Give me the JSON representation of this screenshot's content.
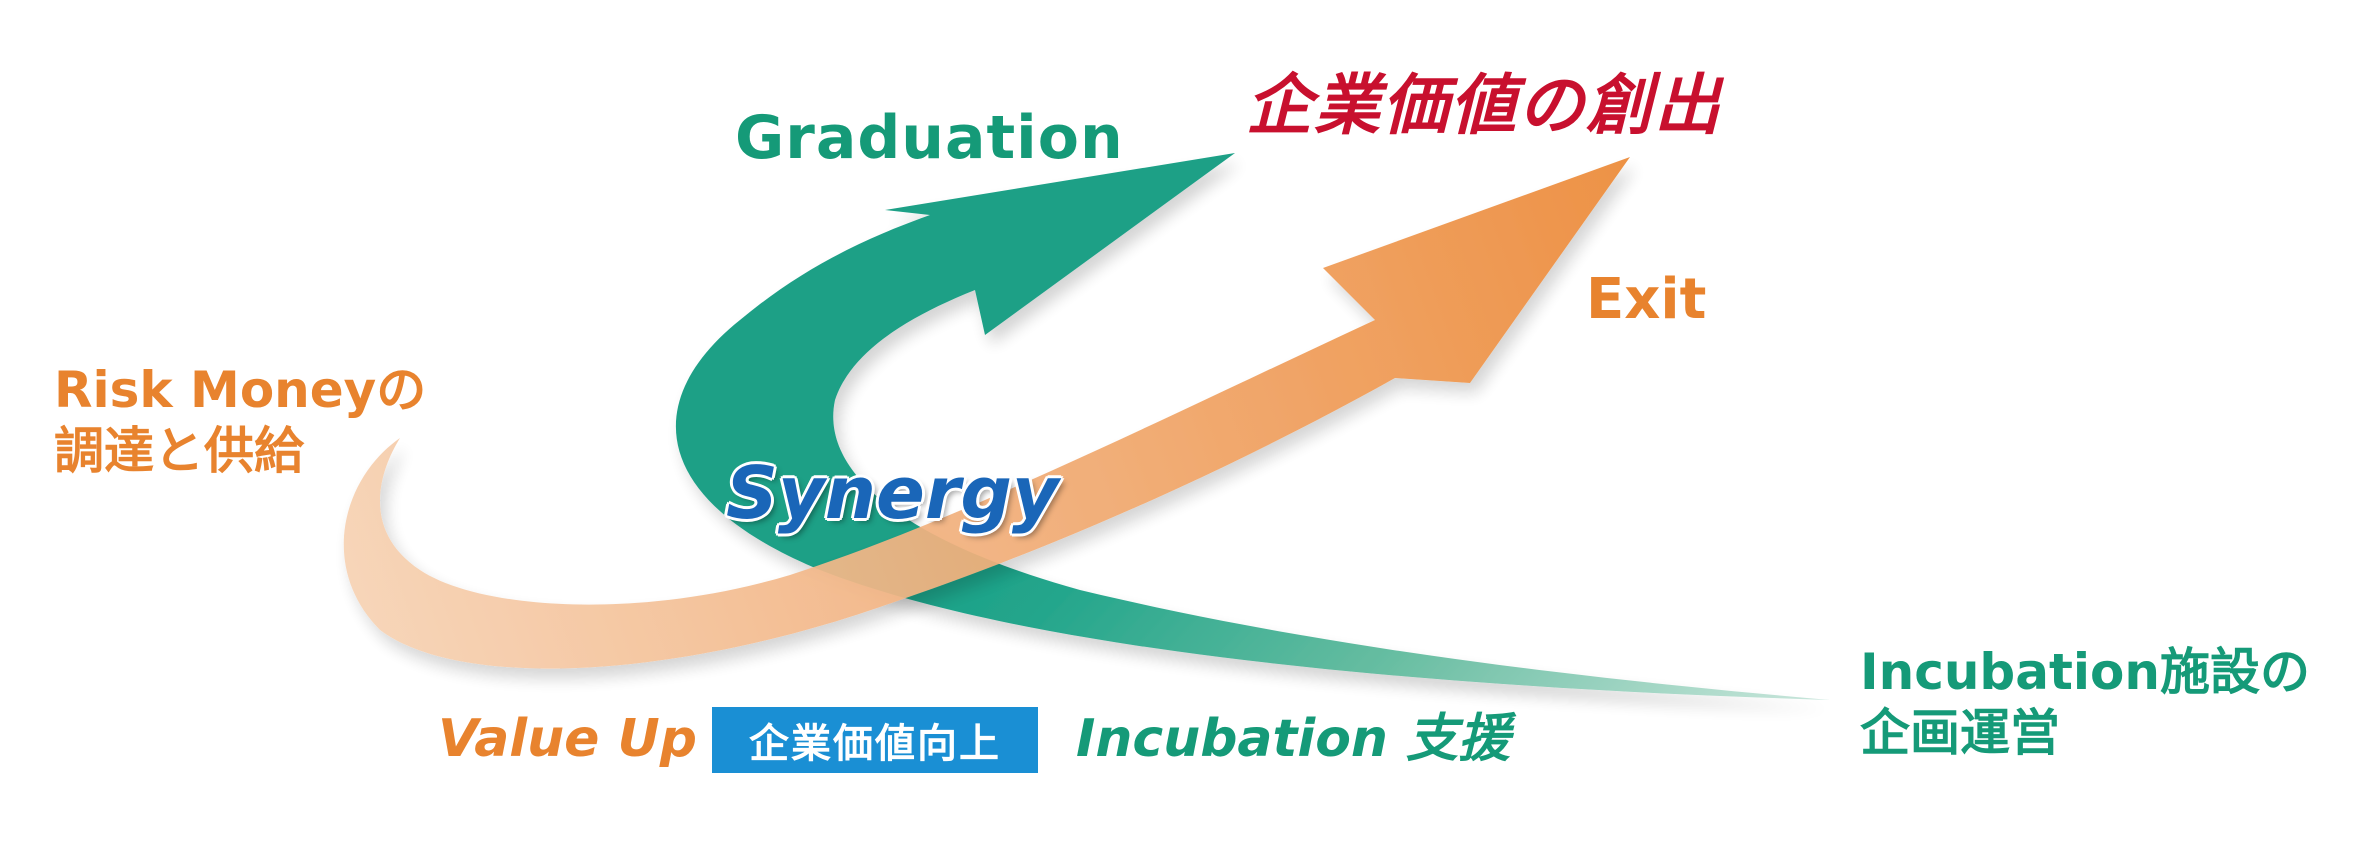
{
  "labels": {
    "risk_money_line1": "Risk Moneyの",
    "risk_money_line2": "調達と供給",
    "graduation": "Graduation",
    "value_creation": "企業価値の創出",
    "exit": "Exit",
    "synergy": "Synergy",
    "incubation_facility_line1": "Incubation施設の",
    "incubation_facility_line2": "企画運営",
    "value_up": "Value Up",
    "value_up_badge": "企業価値向上",
    "incubation_support": "Incubation 支援"
  },
  "colors": {
    "orange": "#e8832e",
    "orange_light": "#f6c7a0",
    "green": "#159a78",
    "green_light": "#a8d7c6",
    "red": "#c8102e",
    "blue": "#1a66b8",
    "badge_blue": "#1a8fd4"
  }
}
